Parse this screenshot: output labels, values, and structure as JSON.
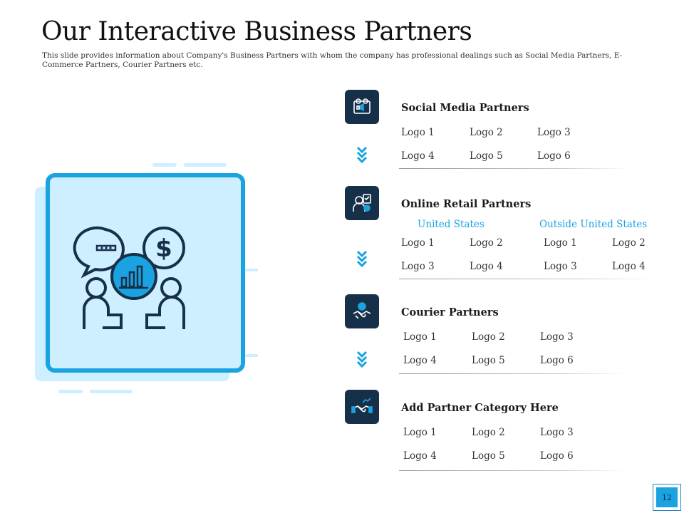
{
  "title": "Our Interactive Business Partners",
  "subtitle": "This slide provides information about Company's Business Partners with whom the company has professional dealings such as Social Media Partners, E-Commerce Partners, Courier Partners etc.",
  "colors": {
    "accent": "#1aa3e0",
    "icon_bg": "#17304a",
    "hero_fill": "#cdefff",
    "dark": "#17304a"
  },
  "categories": [
    {
      "title": "Social Media Partners",
      "icon": "social-media-icon",
      "logos": [
        "Logo 1",
        "Logo 2",
        "Logo 3",
        "Logo 4",
        "Logo 5",
        "Logo 6"
      ]
    },
    {
      "title": "Online Retail Partners",
      "icon": "online-retail-icon",
      "regions": [
        "United States",
        "Outside United States"
      ],
      "us_logos": [
        "Logo 1",
        "Logo 2",
        "Logo 3",
        "Logo 4"
      ],
      "outside_logos": [
        "Logo 1",
        "Logo 2",
        "Logo 3",
        "Logo 4"
      ]
    },
    {
      "title": "Courier Partners",
      "icon": "courier-handshake-icon",
      "logos": [
        "Logo 1",
        "Logo 2",
        "Logo 3",
        "Logo 4",
        "Logo 5",
        "Logo 6"
      ]
    },
    {
      "title": "Add Partner Category Here",
      "icon": "partnership-handshake-icon",
      "logos": [
        "Logo 1",
        "Logo 2",
        "Logo 3",
        "Logo 4",
        "Logo 5",
        "Logo 6"
      ]
    }
  ],
  "page_number": "12"
}
